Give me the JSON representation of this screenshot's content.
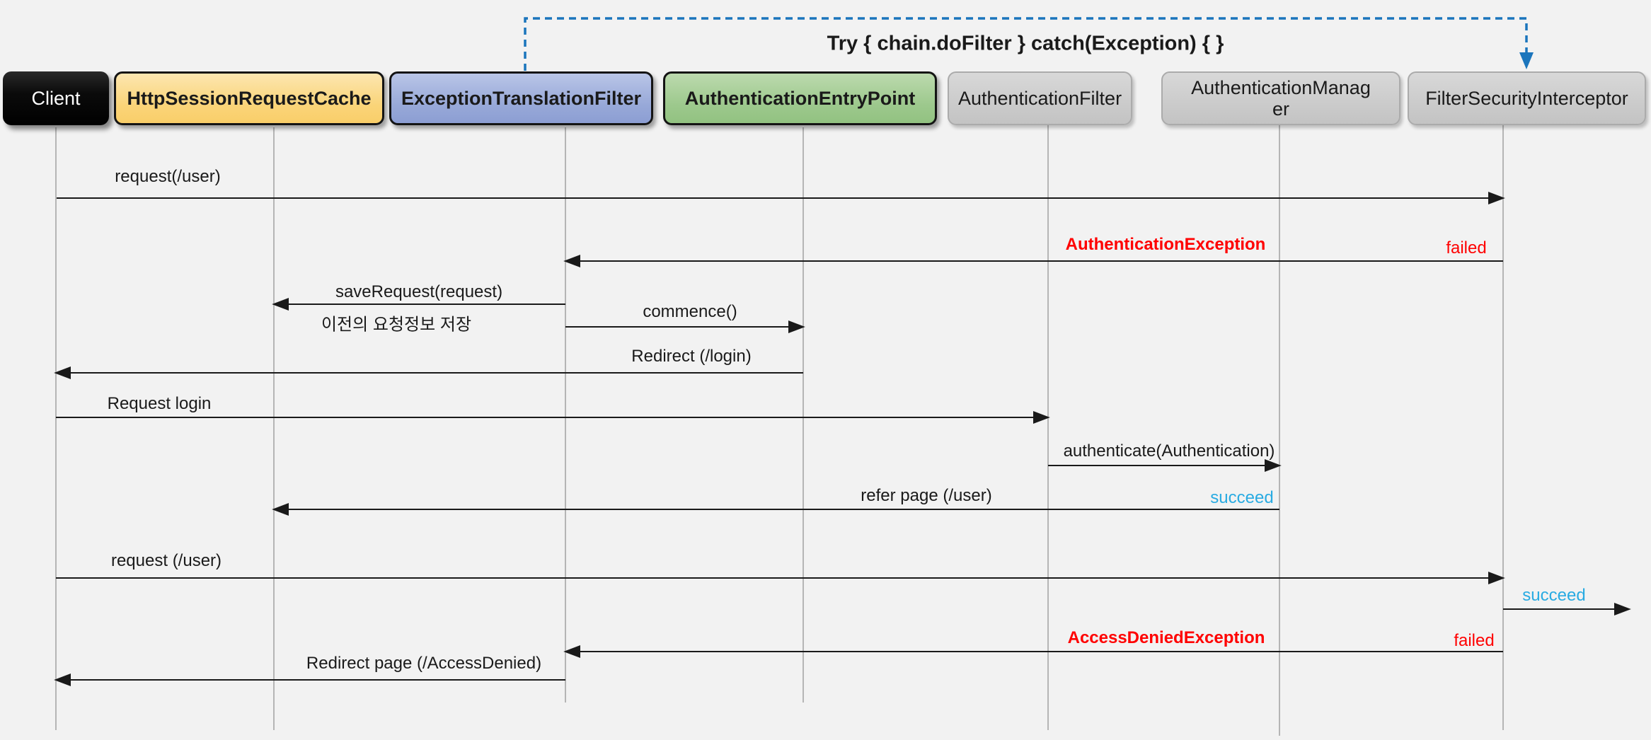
{
  "annotation": {
    "try_text": "Try { chain.doFilter } catch(Exception) { }"
  },
  "participants": [
    {
      "label": "Client",
      "style": "client"
    },
    {
      "label": "HttpSessionRequestCache",
      "style": "orange"
    },
    {
      "label": "ExceptionTranslationFilter",
      "style": "blue"
    },
    {
      "label": "AuthenticationEntryPoint",
      "style": "green"
    },
    {
      "label": "AuthenticationFilter",
      "style": "gray"
    },
    {
      "label": "AuthenticationManager",
      "style": "gray"
    },
    {
      "label": "FilterSecurityInterceptor",
      "style": "gray"
    }
  ],
  "messages": [
    {
      "label": "request(/user)",
      "from": "Client",
      "to": "FilterSecurityInterceptor"
    },
    {
      "label": "AuthenticationException",
      "result": "failed",
      "from": "FilterSecurityInterceptor",
      "to": "ExceptionTranslationFilter"
    },
    {
      "label": "saveRequest(request)",
      "note": "이전의 요청정보 저장",
      "from": "ExceptionTranslationFilter",
      "to": "HttpSessionRequestCache"
    },
    {
      "label": "commence()",
      "from": "ExceptionTranslationFilter",
      "to": "AuthenticationEntryPoint"
    },
    {
      "label": "Redirect (/login)",
      "from": "AuthenticationEntryPoint",
      "to": "Client"
    },
    {
      "label": "Request login",
      "from": "Client",
      "to": "AuthenticationFilter"
    },
    {
      "label": "authenticate(Authentication)",
      "from": "AuthenticationFilter",
      "to": "AuthenticationManager"
    },
    {
      "label": "refer page (/user)",
      "result": "succeed",
      "from": "AuthenticationManager",
      "to": "HttpSessionRequestCache"
    },
    {
      "label": "request (/user)",
      "from": "Client",
      "to": "FilterSecurityInterceptor"
    },
    {
      "label": "succeed",
      "from": "FilterSecurityInterceptor",
      "to": "out-right"
    },
    {
      "label": "AccessDeniedException",
      "result": "failed",
      "from": "FilterSecurityInterceptor",
      "to": "ExceptionTranslationFilter"
    },
    {
      "label": "Redirect page (/AccessDenied)",
      "from": "ExceptionTranslationFilter",
      "to": "Client"
    }
  ],
  "colors": {
    "background": "#F2F2F2",
    "error_text": "#FF0000",
    "success_text": "#29ABE2",
    "dashed_flow": "#1B75BC",
    "client_box": "#0B0B0B",
    "cache_box": "#FAD478",
    "translation_filter_box": "#97A8D8",
    "entrypoint_box": "#9CC88C",
    "neutral_box": "#C9C9C9",
    "lifeline": "#B5B5B5",
    "arrow": "#1A1A1A"
  }
}
